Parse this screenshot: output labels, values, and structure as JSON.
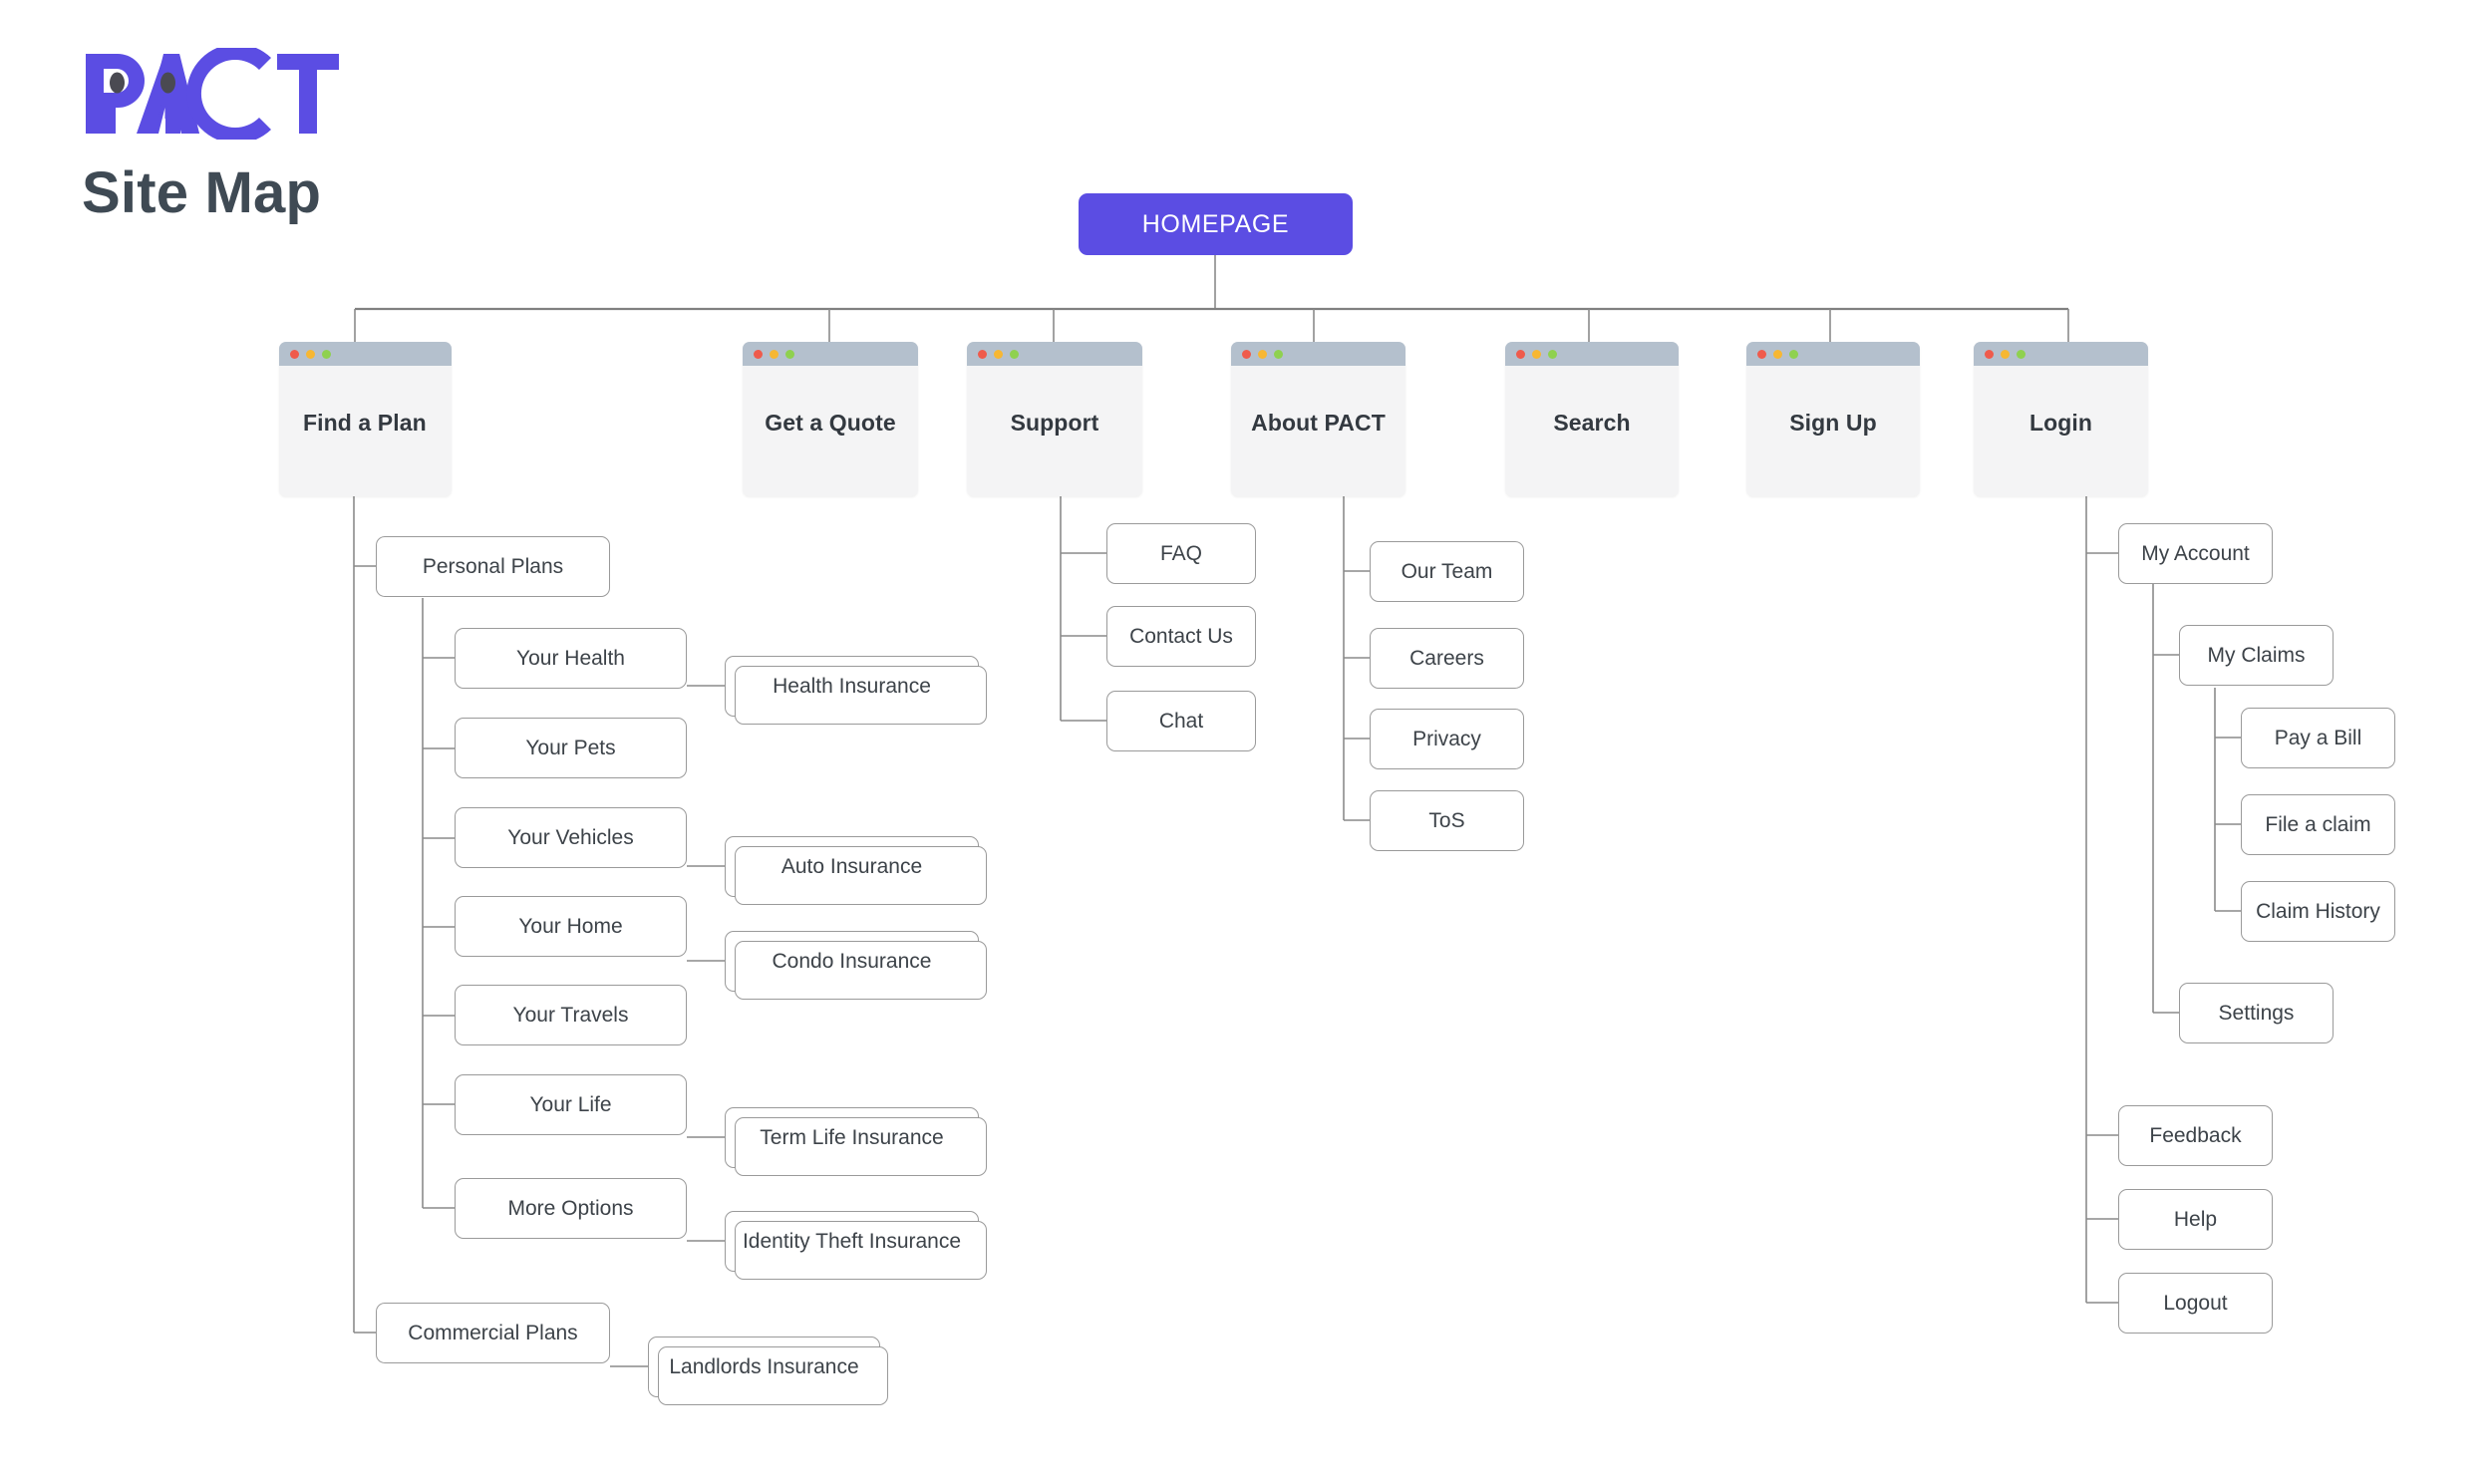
{
  "brand": {
    "logo_text": "PACT",
    "logo_color": "#5b4de3",
    "eye_color": "#4a4a52",
    "title": "Site Map",
    "title_color": "#3f4a54"
  },
  "colors": {
    "accent": "#5b4de3",
    "window_titlebar": "#b4c0cd",
    "window_body": "#f4f4f5",
    "node_border": "#9a9a9a",
    "node_text": "#3d4349",
    "connector": "#8a8a8a",
    "dot_red": "#ef5b4c",
    "dot_yellow": "#f7b733",
    "dot_green": "#8fd14f"
  },
  "root": {
    "label": "HOMEPAGE"
  },
  "window_dots": [
    "close-dot",
    "minimize-dot",
    "maximize-dot"
  ],
  "sections": [
    {
      "id": "find-a-plan",
      "label": "Find a Plan",
      "align": "left"
    },
    {
      "id": "get-a-quote",
      "label": "Get a Quote",
      "align": "center"
    },
    {
      "id": "support",
      "label": "Support",
      "align": "center"
    },
    {
      "id": "about-pact",
      "label": "About PACT",
      "align": "center"
    },
    {
      "id": "search",
      "label": "Search",
      "align": "center"
    },
    {
      "id": "sign-up",
      "label": "Sign Up",
      "align": "center"
    },
    {
      "id": "login",
      "label": "Login",
      "align": "center"
    }
  ],
  "nodes": {
    "personal_plans": "Personal Plans",
    "your_health": "Your Health",
    "health_insurance": "Health Insurance",
    "your_pets": "Your Pets",
    "your_vehicles": "Your Vehicles",
    "auto_insurance": "Auto Insurance",
    "your_home": "Your Home",
    "condo_insurance": "Condo Insurance",
    "your_travels": "Your Travels",
    "your_life": "Your Life",
    "term_life_insurance": "Term Life Insurance",
    "more_options": "More Options",
    "identity_theft_insurance": "Identity Theft Insurance",
    "commercial_plans": "Commercial Plans",
    "landlords_insurance": "Landlords Insurance",
    "faq": "FAQ",
    "contact_us": "Contact Us",
    "chat": "Chat",
    "our_team": "Our Team",
    "careers": "Careers",
    "privacy": "Privacy",
    "tos": "ToS",
    "my_account": "My Account",
    "my_claims": "My Claims",
    "pay_a_bill": "Pay a Bill",
    "file_a_claim": "File a claim",
    "claim_history": "Claim History",
    "settings": "Settings",
    "feedback": "Feedback",
    "help": "Help",
    "logout": "Logout"
  }
}
